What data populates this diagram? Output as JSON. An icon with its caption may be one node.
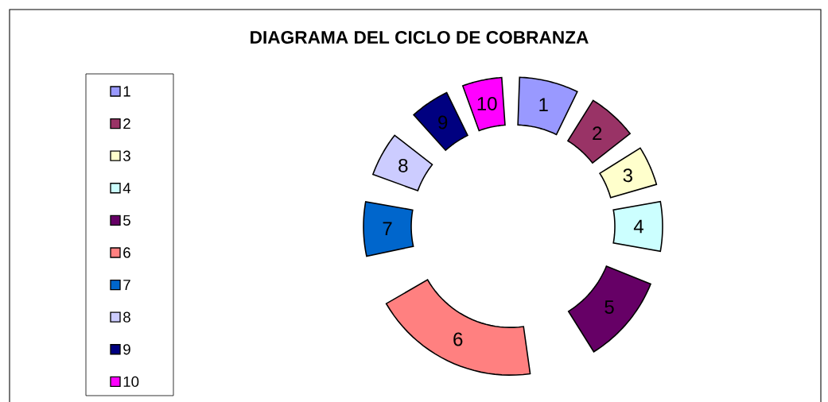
{
  "diagram": {
    "title": "DIAGRAMA DEL CICLO DE COBRANZA",
    "nodes": [
      {
        "text": [
          "1"
        ]
      },
      {
        "text": [
          "2"
        ]
      },
      {
        "text": [
          "3"
        ]
      },
      {
        "text": [
          "4"
        ]
      },
      {
        "text": [
          "5"
        ]
      },
      {
        "text": [
          "6"
        ]
      },
      {
        "text": [
          "7"
        ]
      },
      {
        "text": [
          "8"
        ]
      },
      {
        "text": [
          "9"
        ]
      },
      {
        "text": [
          "10"
        ]
      }
    ],
    "legend": [
      {
        "text": "1",
        "color": "#9999ff"
      },
      {
        "text": "2",
        "color": "#993366"
      },
      {
        "text": "3",
        "color": "#ffffcc"
      },
      {
        "text": "4",
        "color": "#ccffff"
      },
      {
        "text": "5",
        "color": "#660066"
      },
      {
        "text": "6",
        "color": "#ff8080"
      },
      {
        "text": "7",
        "color": "#0066cc"
      },
      {
        "text": "8",
        "color": "#ccccff"
      },
      {
        "text": "9",
        "color": "#000080"
      },
      {
        "text": "10",
        "color": "#ff00ff"
      }
    ]
  }
}
